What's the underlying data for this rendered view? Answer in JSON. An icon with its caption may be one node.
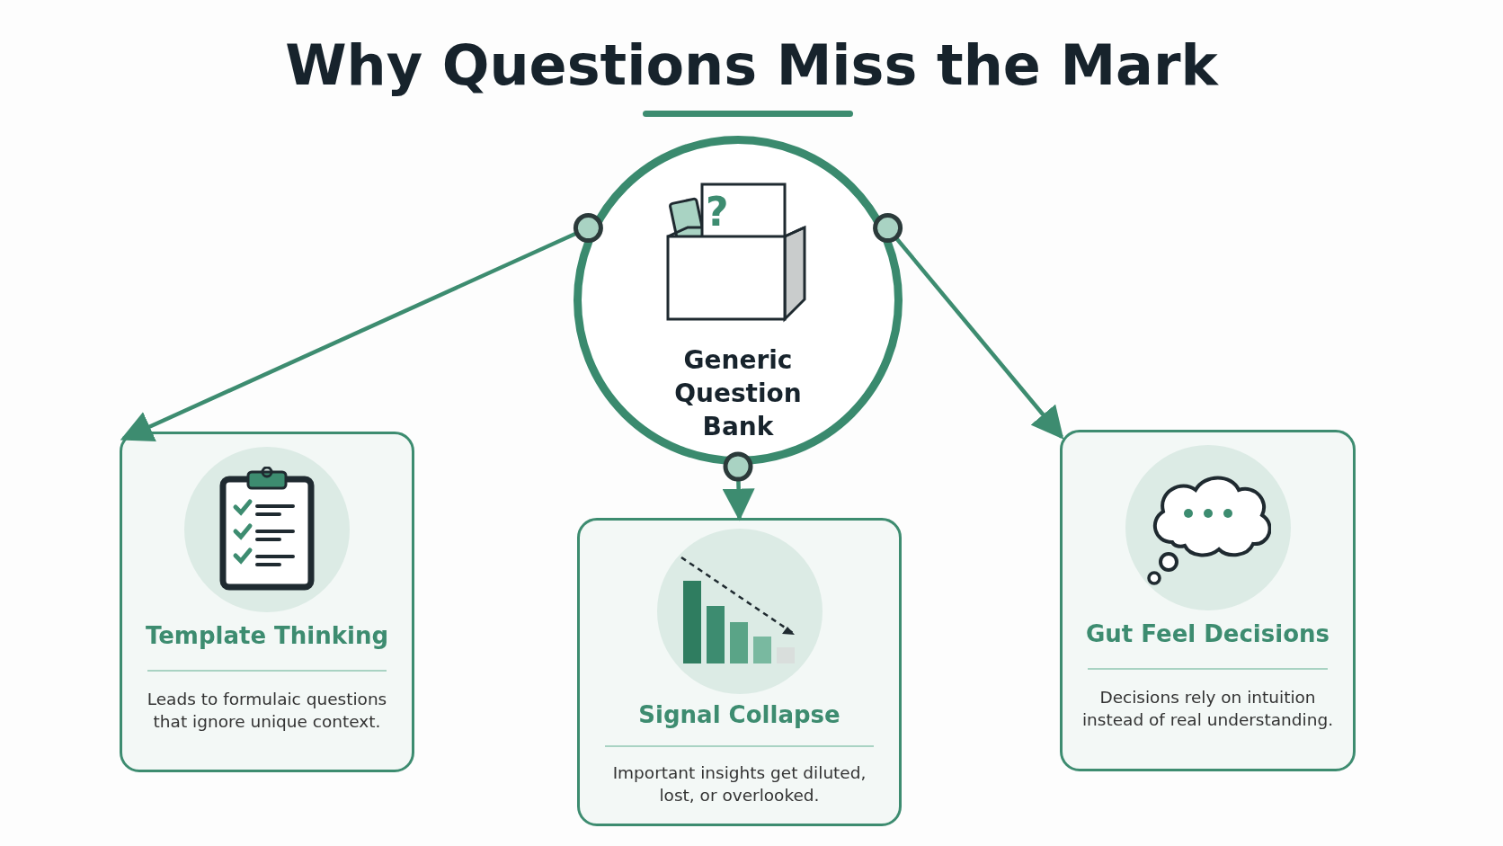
{
  "diagram": {
    "title": "Why Questions Miss the Mark",
    "nodes": [
      {
        "text": [
          "Generic Question Bank"
        ]
      },
      {
        "text": [
          "Template Thinking",
          "Leads to formulaic questions that ignore unique context."
        ]
      },
      {
        "text": [
          "Signal Collapse",
          "Important insights get diluted, lost, or overlooked."
        ]
      },
      {
        "text": [
          "Gut Feel Decisions",
          "Decisions rely on intuition instead of real understanding."
        ]
      }
    ],
    "edges": [
      {
        "from": 0,
        "to": 1,
        "arrow": "to"
      },
      {
        "from": 0,
        "to": 2,
        "arrow": "to"
      },
      {
        "from": 0,
        "to": 3,
        "arrow": "to"
      }
    ],
    "labels": [
      "?"
    ]
  }
}
